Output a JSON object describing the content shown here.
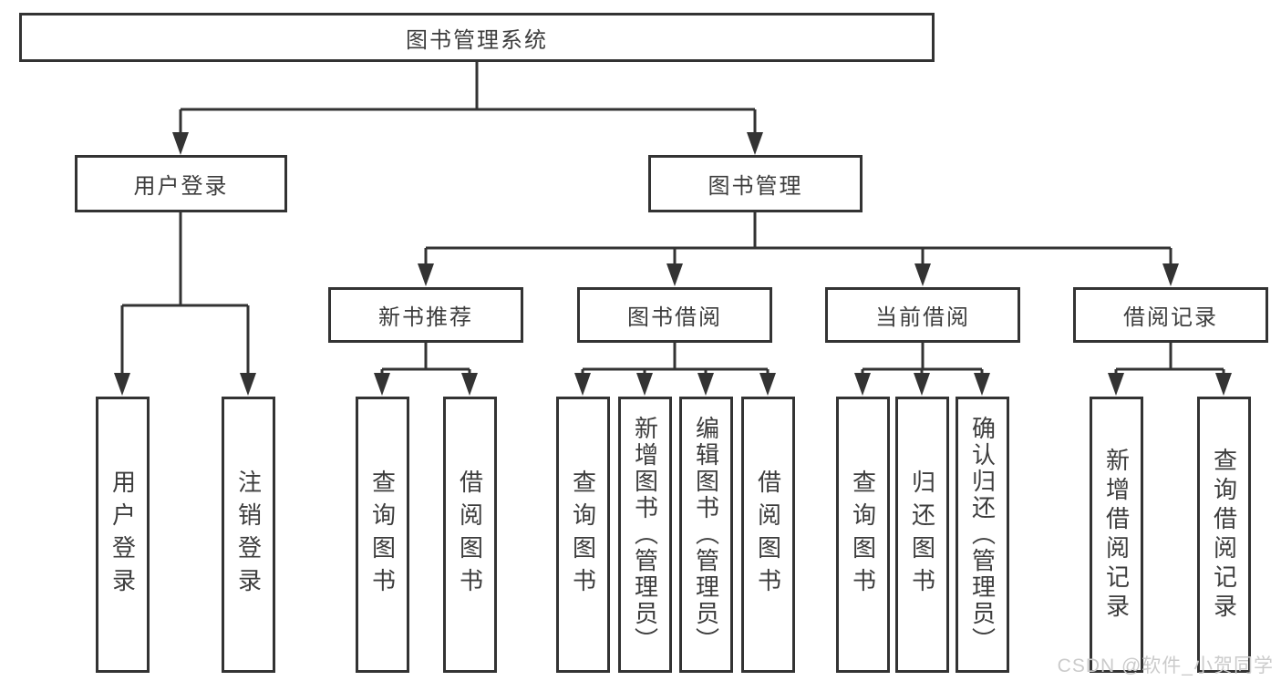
{
  "tree": {
    "root": {
      "label": "图书管理系统"
    },
    "user_login": {
      "label": "用户登录",
      "children": [
        {
          "label": "用户登录"
        },
        {
          "label": "注销登录"
        }
      ]
    },
    "book_management": {
      "label": "图书管理",
      "sections": [
        {
          "label": "新书推荐",
          "children": [
            {
              "label": "查询图书"
            },
            {
              "label": "借阅图书"
            }
          ]
        },
        {
          "label": "图书借阅",
          "children": [
            {
              "label": "查询图书"
            },
            {
              "label": "新增图书（管理员）"
            },
            {
              "label": "编辑图书（管理员）"
            },
            {
              "label": "借阅图书"
            }
          ]
        },
        {
          "label": "当前借阅",
          "children": [
            {
              "label": "查询图书"
            },
            {
              "label": "归还图书"
            },
            {
              "label": "确认归还（管理员）"
            }
          ]
        },
        {
          "label": "借阅记录",
          "children": [
            {
              "label": "新增借阅记录"
            },
            {
              "label": "查询借阅记录"
            }
          ]
        }
      ]
    }
  },
  "watermark": {
    "text": "CSDN @软件_小贺同学"
  },
  "colors": {
    "line": "#333333",
    "text": "#3d3d3d",
    "box_background": "#ffffff",
    "watermark": "#cbcbcb"
  }
}
